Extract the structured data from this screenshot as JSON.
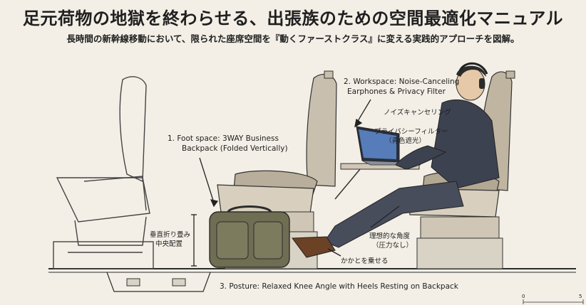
{
  "title": "足元荷物の地獄を終わらせる、出張族のための空間最適化マニュアル",
  "subtitle": "長時間の新幹線移動において、限られた座席空間を『動くファーストクラス』に変える実践的アプローチを図解。",
  "labels": {
    "foot_space_line1": "1. Foot space: 3WAY Business",
    "foot_space_line2": "Backpack (Folded Vertically)",
    "workspace_line1": "2. Workspace: Noise-Canceling",
    "workspace_line2": "Earphones & Privacy Filter",
    "noise_canceling_jp": "ノイズキャンセリング",
    "privacy_filter_jp": "プライバシーフィルター",
    "privacy_filter_note_jp": "（青色遮光）",
    "vertical_fold_jp_line1": "垂直折り畳み",
    "vertical_fold_jp_line2": "中央配置",
    "knee_angle_jp_line1": "理想的な角度",
    "knee_angle_jp_line2": "（圧力なし）",
    "heels_jp": "かかとを乗せる",
    "posture": "3. Posture: Relaxed Knee Angle with Heels Resting on Backpack",
    "scale_zero": "0",
    "scale_end": "5"
  },
  "colors": {
    "background": "#f3efe6",
    "seat_fill": "#c9bfae",
    "seat_shade": "#a99d88",
    "backpack": "#6f6d52",
    "suit": "#3d4250",
    "screen": "#5b86c7"
  }
}
